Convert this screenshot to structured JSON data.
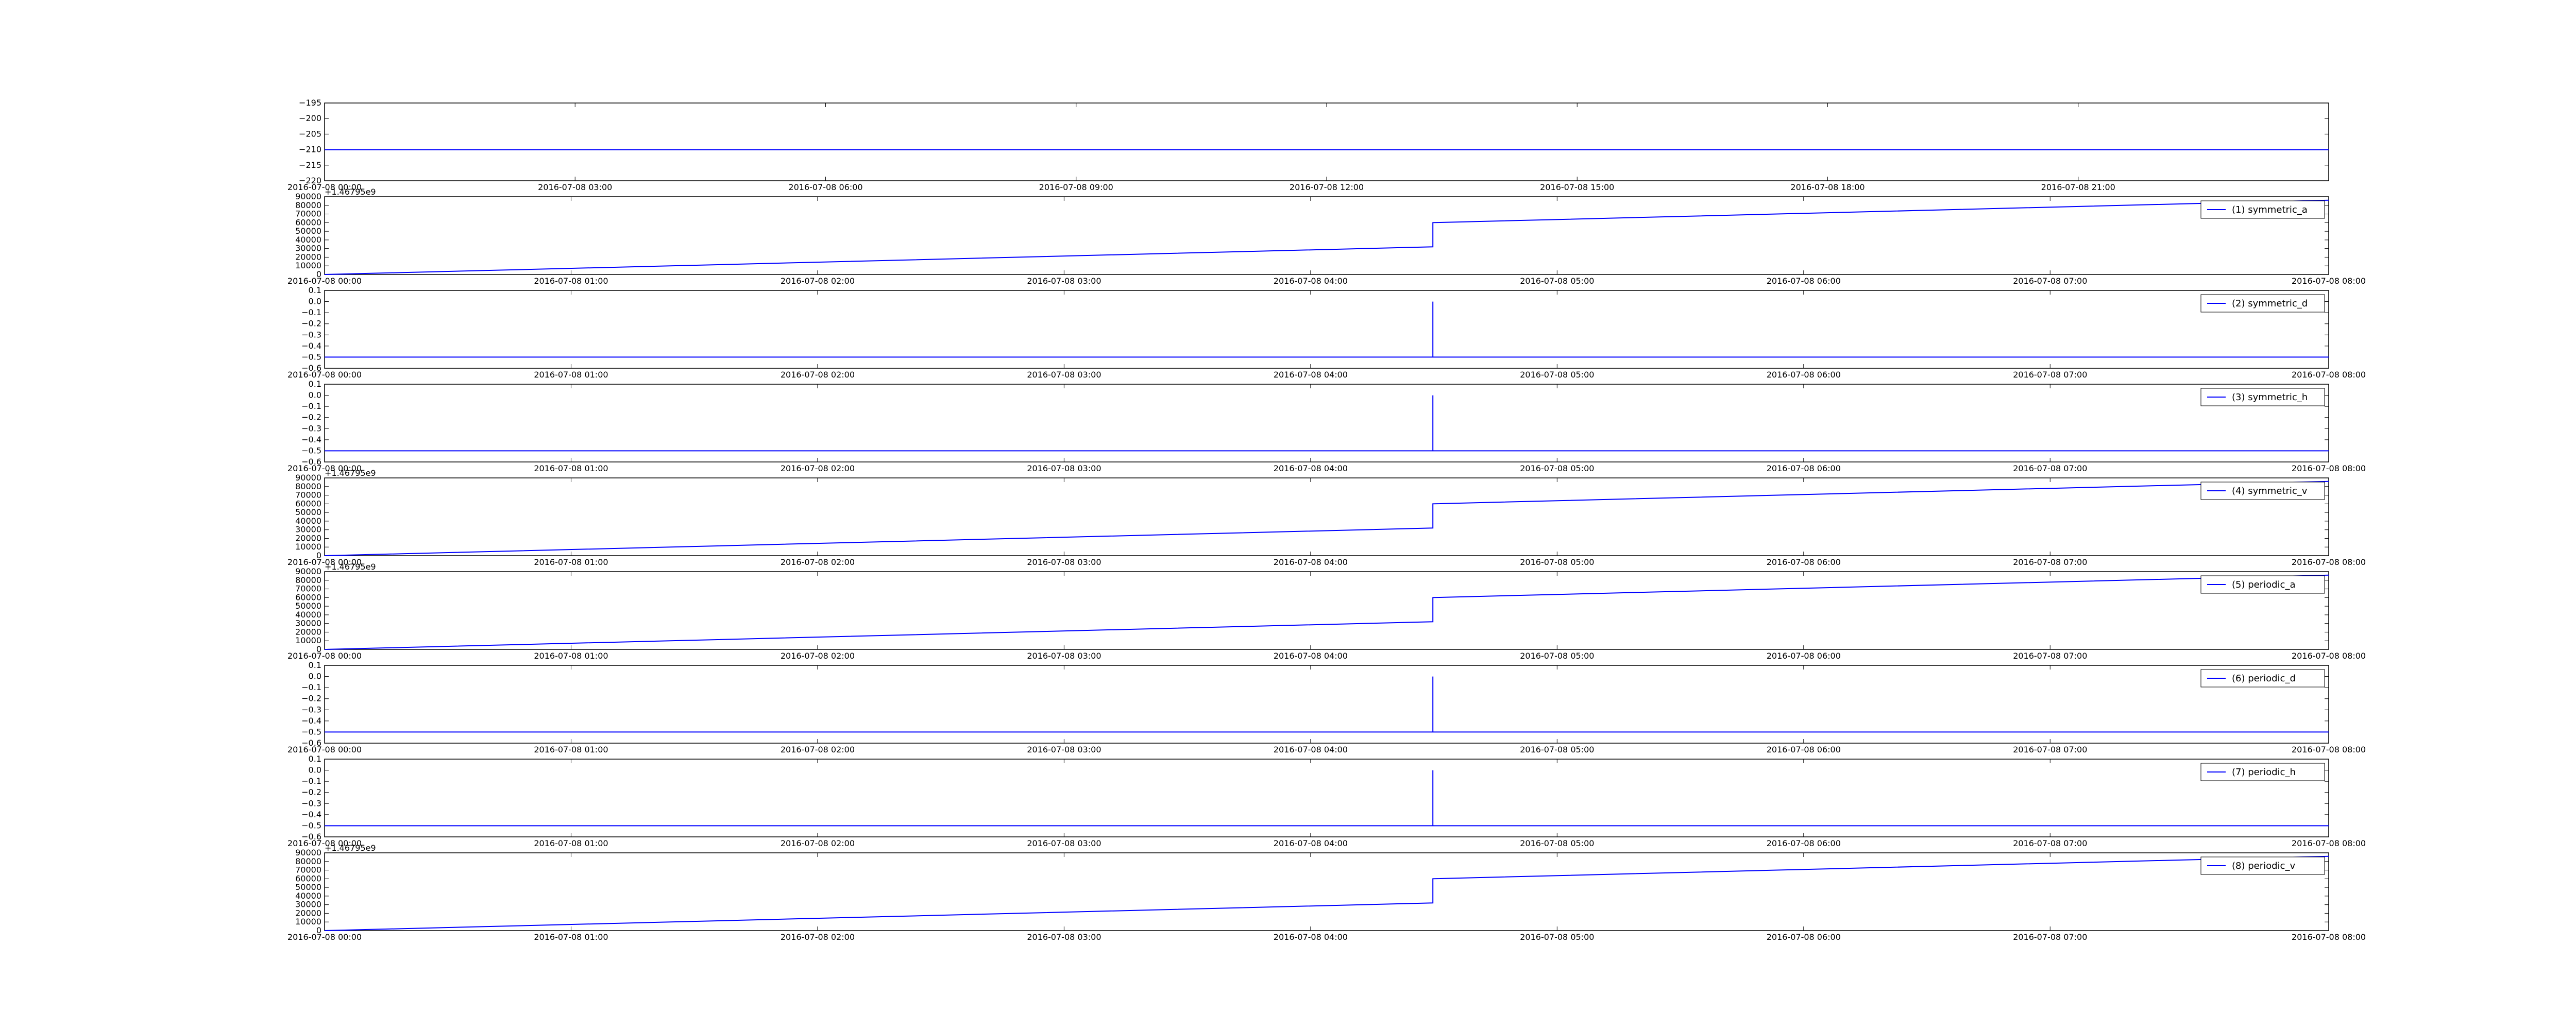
{
  "figure": {
    "colors": {
      "line": "#0000ff",
      "axes": "#000000",
      "background": "#ffffff"
    }
  },
  "chart_data": [
    {
      "type": "line",
      "title": "",
      "xlabel": "",
      "ylabel": "",
      "grid": false,
      "legend": "none",
      "x_tick_labels": [
        "2016-07-08 00:00",
        "2016-07-08 03:00",
        "2016-07-08 06:00",
        "2016-07-08 09:00",
        "2016-07-08 12:00",
        "2016-07-08 15:00",
        "2016-07-08 18:00",
        "2016-07-08 21:00"
      ],
      "x_tick_fracs": [
        0,
        0.125,
        0.25,
        0.375,
        0.5,
        0.625,
        0.75,
        0.875
      ],
      "ylim": [
        -220,
        -195
      ],
      "y_ticks": [
        -195,
        -200,
        -205,
        -210,
        -215,
        -220
      ],
      "y_tick_labels": [
        "−195",
        "−200",
        "−205",
        "−210",
        "−215",
        "−220"
      ],
      "offset_text": "",
      "series": [
        {
          "x": [
            0,
            1
          ],
          "y": [
            -210,
            -210
          ]
        }
      ]
    },
    {
      "type": "line",
      "title": "",
      "xlabel": "",
      "ylabel": "",
      "grid": false,
      "legend": "top-right",
      "x_tick_labels": [
        "2016-07-08 00:00",
        "2016-07-08 01:00",
        "2016-07-08 02:00",
        "2016-07-08 03:00",
        "2016-07-08 04:00",
        "2016-07-08 05:00",
        "2016-07-08 06:00",
        "2016-07-08 07:00",
        "2016-07-08 08:00"
      ],
      "x_tick_fracs": [
        0,
        0.123,
        0.246,
        0.369,
        0.492,
        0.615,
        0.738,
        0.861,
        1
      ],
      "ylim": [
        0,
        90000
      ],
      "y_ticks": [
        0,
        10000,
        20000,
        30000,
        40000,
        50000,
        60000,
        70000,
        80000,
        90000
      ],
      "y_tick_labels": [
        "0",
        "10000",
        "20000",
        "30000",
        "40000",
        "50000",
        "60000",
        "70000",
        "80000",
        "90000"
      ],
      "offset_text": "+1.46795e9",
      "series": [
        {
          "name": "(1) symmetric_a",
          "x": [
            0,
            0.553,
            0.553,
            1
          ],
          "y": [
            0,
            32000,
            60000,
            86000
          ]
        }
      ]
    },
    {
      "type": "line",
      "title": "",
      "xlabel": "",
      "ylabel": "",
      "grid": false,
      "legend": "top-right",
      "x_tick_labels": [
        "2016-07-08 00:00",
        "2016-07-08 01:00",
        "2016-07-08 02:00",
        "2016-07-08 03:00",
        "2016-07-08 04:00",
        "2016-07-08 05:00",
        "2016-07-08 06:00",
        "2016-07-08 07:00",
        "2016-07-08 08:00"
      ],
      "x_tick_fracs": [
        0,
        0.123,
        0.246,
        0.369,
        0.492,
        0.615,
        0.738,
        0.861,
        1
      ],
      "ylim": [
        -0.6,
        0.1
      ],
      "y_ticks": [
        0.1,
        0.0,
        -0.1,
        -0.2,
        -0.3,
        -0.4,
        -0.5,
        -0.6
      ],
      "y_tick_labels": [
        "0.1",
        "0.0",
        "−0.1",
        "−0.2",
        "−0.3",
        "−0.4",
        "−0.5",
        "−0.6"
      ],
      "offset_text": "",
      "series": [
        {
          "name": "(2) symmetric_d",
          "x": [
            0,
            0.553,
            0.553,
            0.553,
            1
          ],
          "y": [
            -0.5,
            -0.5,
            0,
            -0.5,
            -0.5
          ]
        }
      ]
    },
    {
      "type": "line",
      "title": "",
      "xlabel": "",
      "ylabel": "",
      "grid": false,
      "legend": "top-right",
      "x_tick_labels": [
        "2016-07-08 00:00",
        "2016-07-08 01:00",
        "2016-07-08 02:00",
        "2016-07-08 03:00",
        "2016-07-08 04:00",
        "2016-07-08 05:00",
        "2016-07-08 06:00",
        "2016-07-08 07:00",
        "2016-07-08 08:00"
      ],
      "x_tick_fracs": [
        0,
        0.123,
        0.246,
        0.369,
        0.492,
        0.615,
        0.738,
        0.861,
        1
      ],
      "ylim": [
        -0.6,
        0.1
      ],
      "y_ticks": [
        0.1,
        0.0,
        -0.1,
        -0.2,
        -0.3,
        -0.4,
        -0.5,
        -0.6
      ],
      "y_tick_labels": [
        "0.1",
        "0.0",
        "−0.1",
        "−0.2",
        "−0.3",
        "−0.4",
        "−0.5",
        "−0.6"
      ],
      "offset_text": "",
      "series": [
        {
          "name": "(3) symmetric_h",
          "x": [
            0,
            0.553,
            0.553,
            0.553,
            1
          ],
          "y": [
            -0.5,
            -0.5,
            0,
            -0.5,
            -0.5
          ]
        }
      ]
    },
    {
      "type": "line",
      "title": "",
      "xlabel": "",
      "ylabel": "",
      "grid": false,
      "legend": "top-right",
      "x_tick_labels": [
        "2016-07-08 00:00",
        "2016-07-08 01:00",
        "2016-07-08 02:00",
        "2016-07-08 03:00",
        "2016-07-08 04:00",
        "2016-07-08 05:00",
        "2016-07-08 06:00",
        "2016-07-08 07:00",
        "2016-07-08 08:00"
      ],
      "x_tick_fracs": [
        0,
        0.123,
        0.246,
        0.369,
        0.492,
        0.615,
        0.738,
        0.861,
        1
      ],
      "ylim": [
        0,
        90000
      ],
      "y_ticks": [
        0,
        10000,
        20000,
        30000,
        40000,
        50000,
        60000,
        70000,
        80000,
        90000
      ],
      "y_tick_labels": [
        "0",
        "10000",
        "20000",
        "30000",
        "40000",
        "50000",
        "60000",
        "70000",
        "80000",
        "90000"
      ],
      "offset_text": "+1.46795e9",
      "series": [
        {
          "name": "(4) symmetric_v",
          "x": [
            0,
            0.553,
            0.553,
            1
          ],
          "y": [
            0,
            32000,
            60000,
            86000
          ]
        }
      ]
    },
    {
      "type": "line",
      "title": "",
      "xlabel": "",
      "ylabel": "",
      "grid": false,
      "legend": "top-right",
      "x_tick_labels": [
        "2016-07-08 00:00",
        "2016-07-08 01:00",
        "2016-07-08 02:00",
        "2016-07-08 03:00",
        "2016-07-08 04:00",
        "2016-07-08 05:00",
        "2016-07-08 06:00",
        "2016-07-08 07:00",
        "2016-07-08 08:00"
      ],
      "x_tick_fracs": [
        0,
        0.123,
        0.246,
        0.369,
        0.492,
        0.615,
        0.738,
        0.861,
        1
      ],
      "ylim": [
        0,
        90000
      ],
      "y_ticks": [
        0,
        10000,
        20000,
        30000,
        40000,
        50000,
        60000,
        70000,
        80000,
        90000
      ],
      "y_tick_labels": [
        "0",
        "10000",
        "20000",
        "30000",
        "40000",
        "50000",
        "60000",
        "70000",
        "80000",
        "90000"
      ],
      "offset_text": "+1.46795e9",
      "series": [
        {
          "name": "(5) periodic_a",
          "x": [
            0,
            0.553,
            0.553,
            1
          ],
          "y": [
            0,
            32000,
            60000,
            86000
          ]
        }
      ]
    },
    {
      "type": "line",
      "title": "",
      "xlabel": "",
      "ylabel": "",
      "grid": false,
      "legend": "top-right",
      "x_tick_labels": [
        "2016-07-08 00:00",
        "2016-07-08 01:00",
        "2016-07-08 02:00",
        "2016-07-08 03:00",
        "2016-07-08 04:00",
        "2016-07-08 05:00",
        "2016-07-08 06:00",
        "2016-07-08 07:00",
        "2016-07-08 08:00"
      ],
      "x_tick_fracs": [
        0,
        0.123,
        0.246,
        0.369,
        0.492,
        0.615,
        0.738,
        0.861,
        1
      ],
      "ylim": [
        -0.6,
        0.1
      ],
      "y_ticks": [
        0.1,
        0.0,
        -0.1,
        -0.2,
        -0.3,
        -0.4,
        -0.5,
        -0.6
      ],
      "y_tick_labels": [
        "0.1",
        "0.0",
        "−0.1",
        "−0.2",
        "−0.3",
        "−0.4",
        "−0.5",
        "−0.6"
      ],
      "offset_text": "",
      "series": [
        {
          "name": "(6) periodic_d",
          "x": [
            0,
            0.553,
            0.553,
            0.553,
            1
          ],
          "y": [
            -0.5,
            -0.5,
            0,
            -0.5,
            -0.5
          ]
        }
      ]
    },
    {
      "type": "line",
      "title": "",
      "xlabel": "",
      "ylabel": "",
      "grid": false,
      "legend": "top-right",
      "x_tick_labels": [
        "2016-07-08 00:00",
        "2016-07-08 01:00",
        "2016-07-08 02:00",
        "2016-07-08 03:00",
        "2016-07-08 04:00",
        "2016-07-08 05:00",
        "2016-07-08 06:00",
        "2016-07-08 07:00",
        "2016-07-08 08:00"
      ],
      "x_tick_fracs": [
        0,
        0.123,
        0.246,
        0.369,
        0.492,
        0.615,
        0.738,
        0.861,
        1
      ],
      "ylim": [
        -0.6,
        0.1
      ],
      "y_ticks": [
        0.1,
        0.0,
        -0.1,
        -0.2,
        -0.3,
        -0.4,
        -0.5,
        -0.6
      ],
      "y_tick_labels": [
        "0.1",
        "0.0",
        "−0.1",
        "−0.2",
        "−0.3",
        "−0.4",
        "−0.5",
        "−0.6"
      ],
      "offset_text": "",
      "series": [
        {
          "name": "(7) periodic_h",
          "x": [
            0,
            0.553,
            0.553,
            0.553,
            1
          ],
          "y": [
            -0.5,
            -0.5,
            0,
            -0.5,
            -0.5
          ]
        }
      ]
    },
    {
      "type": "line",
      "title": "",
      "xlabel": "",
      "ylabel": "",
      "grid": false,
      "legend": "top-right",
      "x_tick_labels": [
        "2016-07-08 00:00",
        "2016-07-08 01:00",
        "2016-07-08 02:00",
        "2016-07-08 03:00",
        "2016-07-08 04:00",
        "2016-07-08 05:00",
        "2016-07-08 06:00",
        "2016-07-08 07:00",
        "2016-07-08 08:00"
      ],
      "x_tick_fracs": [
        0,
        0.123,
        0.246,
        0.369,
        0.492,
        0.615,
        0.738,
        0.861,
        1
      ],
      "ylim": [
        0,
        90000
      ],
      "y_ticks": [
        0,
        10000,
        20000,
        30000,
        40000,
        50000,
        60000,
        70000,
        80000,
        90000
      ],
      "y_tick_labels": [
        "0",
        "10000",
        "20000",
        "30000",
        "40000",
        "50000",
        "60000",
        "70000",
        "80000",
        "90000"
      ],
      "offset_text": "+1.46795e9",
      "series": [
        {
          "name": "(8) periodic_v",
          "x": [
            0,
            0.553,
            0.553,
            1
          ],
          "y": [
            0,
            32000,
            60000,
            86000
          ]
        }
      ]
    }
  ]
}
